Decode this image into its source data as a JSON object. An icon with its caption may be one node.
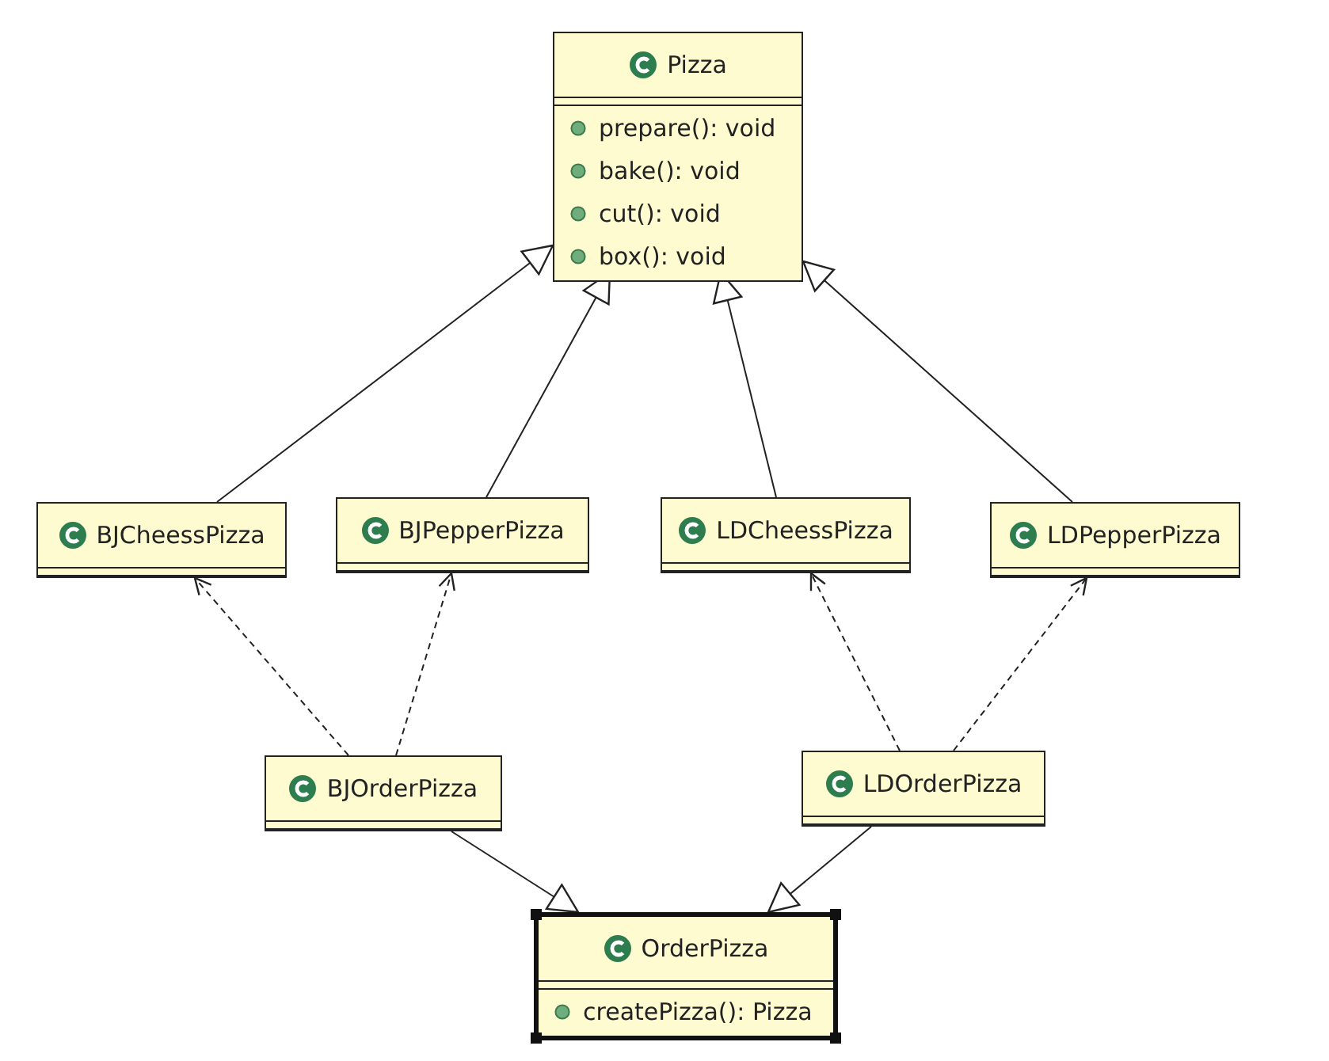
{
  "diagram": {
    "nodes": [
      {
        "text": [
          "Pizza",
          "prepare(): void",
          "bake(): void",
          "cut(): void",
          "box(): void"
        ]
      },
      {
        "text": [
          "BJCheessPizza"
        ]
      },
      {
        "text": [
          "BJPepperPizza"
        ]
      },
      {
        "text": [
          "LDCheessPizza"
        ]
      },
      {
        "text": [
          "LDPepperPizza"
        ]
      },
      {
        "text": [
          "BJOrderPizza"
        ]
      },
      {
        "text": [
          "LDOrderPizza"
        ]
      },
      {
        "text": [
          "OrderPizza",
          "createPizza(): Pizza"
        ]
      }
    ],
    "edges": [
      {
        "from": 1,
        "to": 0,
        "arrow": "to"
      },
      {
        "from": 2,
        "to": 0,
        "arrow": "to"
      },
      {
        "from": 3,
        "to": 0,
        "arrow": "to"
      },
      {
        "from": 4,
        "to": 0,
        "arrow": "to"
      },
      {
        "from": 5,
        "to": 1,
        "arrow": "to",
        "style": "dashed"
      },
      {
        "from": 5,
        "to": 2,
        "arrow": "to",
        "style": "dashed"
      },
      {
        "from": 6,
        "to": 3,
        "arrow": "to",
        "style": "dashed"
      },
      {
        "from": 6,
        "to": 4,
        "arrow": "to",
        "style": "dashed"
      },
      {
        "from": 5,
        "to": 7,
        "arrow": "to"
      },
      {
        "from": 6,
        "to": 7,
        "arrow": "to"
      }
    ]
  }
}
